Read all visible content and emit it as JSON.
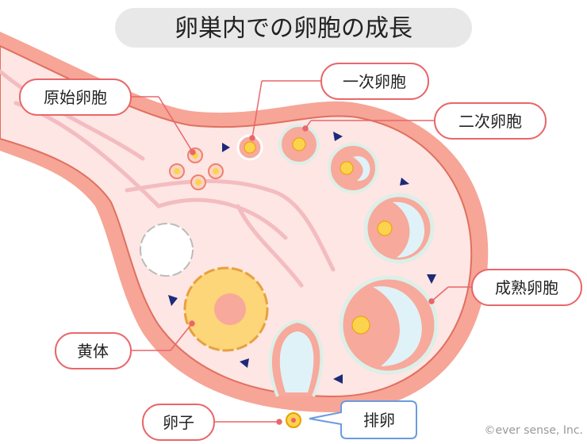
{
  "title": "卵巣内での卵胞の成長",
  "labels": {
    "primordial": "原始卵胞",
    "primary": "一次卵胞",
    "secondary": "二次卵胞",
    "mature": "成熟卵胞",
    "corpus_luteum": "黄体",
    "ovum": "卵子",
    "ovulation": "排卵"
  },
  "copyright": "©ever sense, Inc.",
  "colors": {
    "ovary_outer": "#f6a597",
    "ovary_inner": "#fde6e3",
    "label_border": "#e8676a",
    "ovulation_border": "#6a9be0",
    "arrow": "#1d2a7a",
    "follicle_fluid": "#dff2f8",
    "corpus_luteum": "#fcd679"
  }
}
